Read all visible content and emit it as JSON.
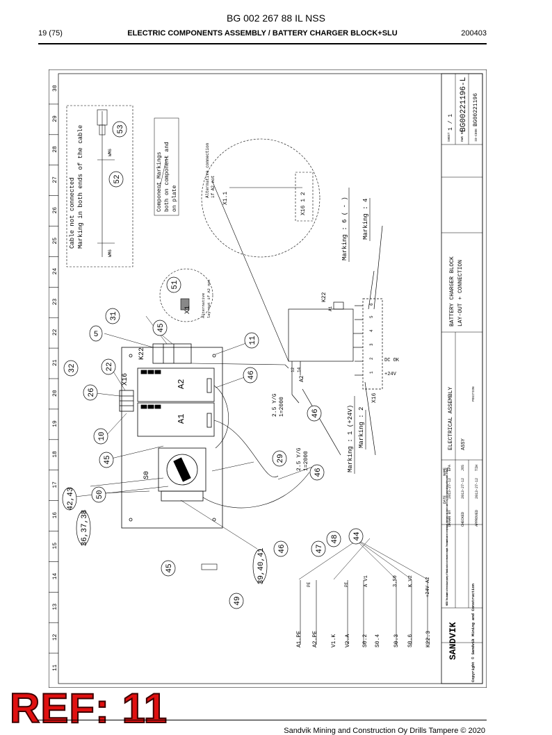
{
  "header": {
    "doc_id": "BG 002 267 88 IL NSS",
    "page": "19 (75)",
    "title": "ELECTRIC COMPONENTS ASSEMBLY / BATTERY CHARGER BLOCK+SLU",
    "date_code": "200403"
  },
  "ref_stamp": "REF: 11",
  "footer": {
    "text": "Sandvik Mining and Construction Oy Drills Tampere © 2020"
  },
  "grid_numbers": [
    "11",
    "12",
    "13",
    "14",
    "15",
    "16",
    "17",
    "18",
    "19",
    "20",
    "21",
    "22",
    "23",
    "24",
    "25",
    "26",
    "27",
    "28",
    "29",
    "30"
  ],
  "title_block": {
    "company": "SANDVIK",
    "copyright": "Copyright © Sandvik Mining and Construction",
    "notice": "NOTICE: This document is the exclusive property of Sandvik and is to be returned on request. The document must not be reproduced, distributed, disclosed or used for any other purpose without written consent of Sandvik.",
    "row_labels": [
      "DRAWN BY",
      "CHECKED",
      "APPROVED"
    ],
    "col_date": "DATE",
    "col_name": "NAME",
    "dates": [
      "2013-27-12",
      "2013-27-12",
      "2013-27-12"
    ],
    "names": [
      "EPA",
      "JOS",
      "TIH"
    ],
    "assembly_title": "ELECTRICAL ASSEMBLY",
    "assy": "ASSY",
    "position_label": "POSITION",
    "drawing_title_1": "BATTERY CHARGER BLOCK",
    "drawing_title_2": "LAY-OUT + CONNECTION",
    "sheet_label": "SHEET",
    "sheet": "1 / 1",
    "dwg_label": "DWG NR",
    "dwg_nr": "BG00221196-L",
    "id_label": "ID-CODE",
    "id_code": "BG00221196"
  },
  "components": {
    "s0": "S0",
    "a1": "A1",
    "a2": "A2",
    "x16": "X16",
    "k22": "K22",
    "x1": "X1",
    "a1_term": "A1",
    "a2_term": "A2",
    "t12": "12",
    "t14": "14",
    "pin1": "1",
    "pin2": "2",
    "pin3": "3",
    "pin4": "4",
    "pin5": "5",
    "pin6": "6",
    "dc_ok": "DC OK",
    "plus24v": "+24V",
    "x1_1": "X1.1",
    "x16_12": "X16 1 2",
    "wm6": "WM6"
  },
  "notes": {
    "cable_1": "Cable not connected",
    "cable_2": "Marking in both ends of the cable",
    "markings_1": "Component Markings",
    "markings_2": "both on component and",
    "markings_3": "on plate",
    "alt_conn_1": "Alternative connection",
    "alt_conn_2": "if A2 not",
    "alt_lay_1": "Alternative",
    "alt_lay_2": "lay-out if A2 not",
    "wire_1": "2.5 Y/G",
    "wire_2": "1=2000",
    "m1": "Marking : 1 (+24V)",
    "m2": "Marking : 2",
    "m6": "Marking : 6 ( - )",
    "m4": "Marking : 4"
  },
  "wire_list": {
    "a1pe": "A1.PE",
    "a2pe": "A2.PE",
    "v1k": "V1.K",
    "v2a": "V2.A",
    "s02": "S0.2",
    "s04": "S0.4",
    "s03": "S0.3",
    "s06": "S0.6",
    "k223": "K22.3",
    "pe1": "PE",
    "pe2": "PE",
    "av1": "A V1",
    "s05": "3.S0",
    "kv2": "K V2",
    "v24a2": "+24V A2"
  },
  "balloons": {
    "b5": "5",
    "b10": "10",
    "b11": "11",
    "b22": "22",
    "b26": "26",
    "b29": "29",
    "b31": "31",
    "b32": "32",
    "b36": "36,37,38",
    "b39": "39,40,41",
    "b42": "42,43",
    "b44": "44",
    "b45a": "45",
    "b45b": "45",
    "b45c": "45",
    "b46a": "46",
    "b46b": "46",
    "b46c": "46",
    "b46d": "46",
    "b47": "47",
    "b48": "48",
    "b49": "49",
    "b50": "50",
    "b51": "51",
    "b52": "52",
    "b53": "53"
  }
}
